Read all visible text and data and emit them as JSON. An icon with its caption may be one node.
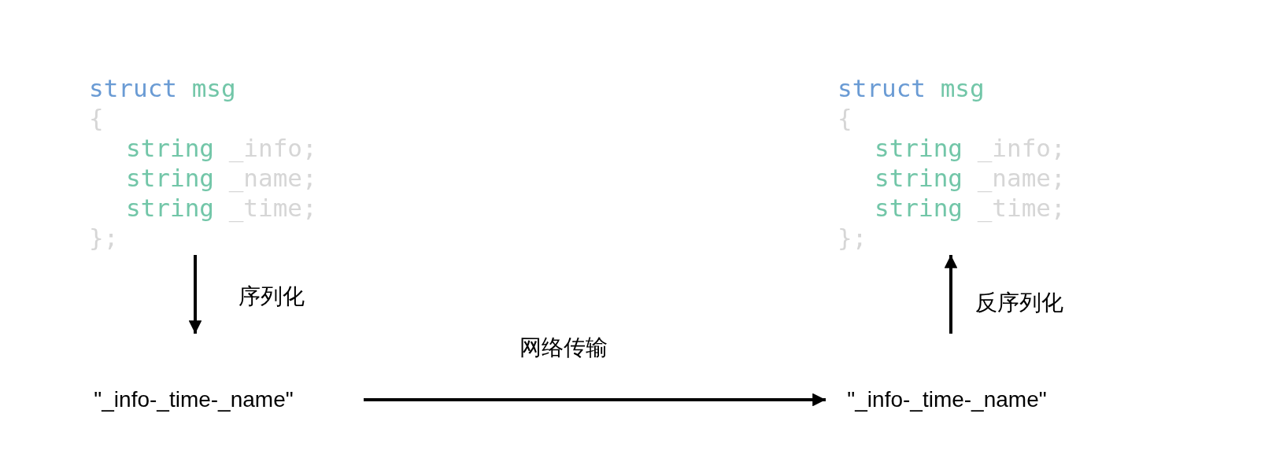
{
  "diagram": {
    "nodes": [
      {
        "text": [
          "struct msg",
          "{",
          "string _info;",
          "string _name;",
          "string _time;",
          "};"
        ]
      },
      {
        "text": [
          "\"_info-_time-_name\""
        ]
      },
      {
        "text": [
          "\"_info-_time-_name\""
        ]
      },
      {
        "text": [
          "struct msg",
          "{",
          "string _info;",
          "string _name;",
          "string _time;",
          "};"
        ]
      }
    ],
    "edges": [
      {
        "from": 0,
        "to": 1,
        "arrow": "to",
        "label": "序列化"
      },
      {
        "from": 1,
        "to": 2,
        "arrow": "to",
        "label": "网络传输"
      },
      {
        "from": 2,
        "to": 3,
        "arrow": "to",
        "label": "反序列化"
      }
    ]
  }
}
